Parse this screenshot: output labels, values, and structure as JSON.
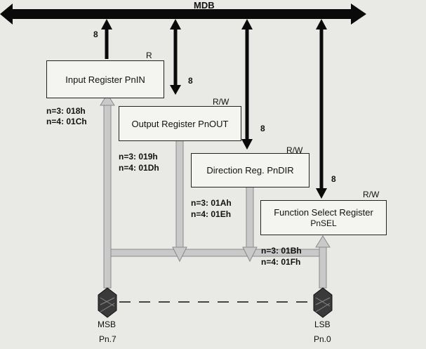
{
  "bus": {
    "label": "MDB"
  },
  "registers": [
    {
      "name": "Input Register PnIN",
      "access": "R",
      "width": "8",
      "addr_n3": "n=3: 018h",
      "addr_n4": "n=4: 01Ch"
    },
    {
      "name": "Output Register PnOUT",
      "access": "R/W",
      "width": "8",
      "addr_n3": "n=3: 019h",
      "addr_n4": "n=4: 01Dh"
    },
    {
      "name": "Direction Reg. PnDIR",
      "access": "R/W",
      "width": "8",
      "addr_n3": "n=3: 01Ah",
      "addr_n4": "n=4: 01Eh"
    },
    {
      "name": "Function Select Register",
      "name2": "PnSEL",
      "access": "R/W",
      "width": "8",
      "addr_n3": "n=3: 01Bh",
      "addr_n4": "n=4: 01Fh"
    }
  ],
  "pins": {
    "msb_label": "MSB",
    "msb_pin": "Pn.7",
    "lsb_label": "LSB",
    "lsb_pin": "Pn.0"
  },
  "colors": {
    "bus": "#0a0a0a",
    "signal": "#c9c9c9",
    "signal_edge": "#8a8a8a",
    "pin": "#3a3a3a"
  }
}
